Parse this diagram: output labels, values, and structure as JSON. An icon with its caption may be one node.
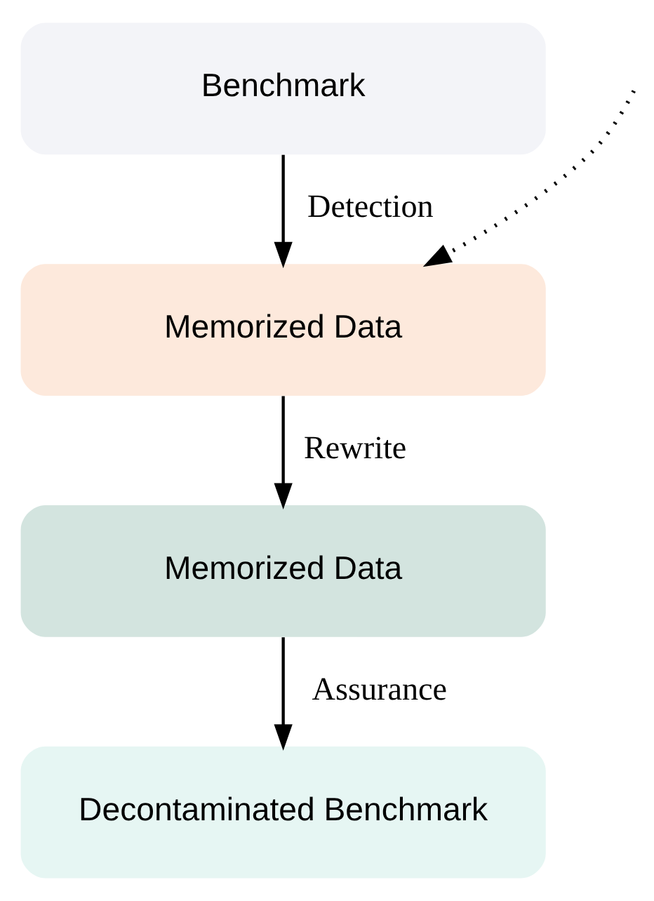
{
  "diagram": {
    "nodes": [
      {
        "text": [
          "Benchmark"
        ]
      },
      {
        "text": [
          "Memorized Data"
        ]
      },
      {
        "text": [
          "Memorized Data"
        ]
      },
      {
        "text": [
          "Decontaminated Benchmark"
        ]
      }
    ],
    "edges": [
      {
        "from": 0,
        "to": 1,
        "arrow": "to",
        "label": "Detection"
      },
      {
        "from": 1,
        "to": 2,
        "arrow": "to",
        "label": "Rewrite"
      },
      {
        "from": 2,
        "to": 3,
        "arrow": "to",
        "label": "Assurance"
      },
      {
        "from": null,
        "to": 1,
        "arrow": "to",
        "style": "dashed"
      }
    ]
  }
}
